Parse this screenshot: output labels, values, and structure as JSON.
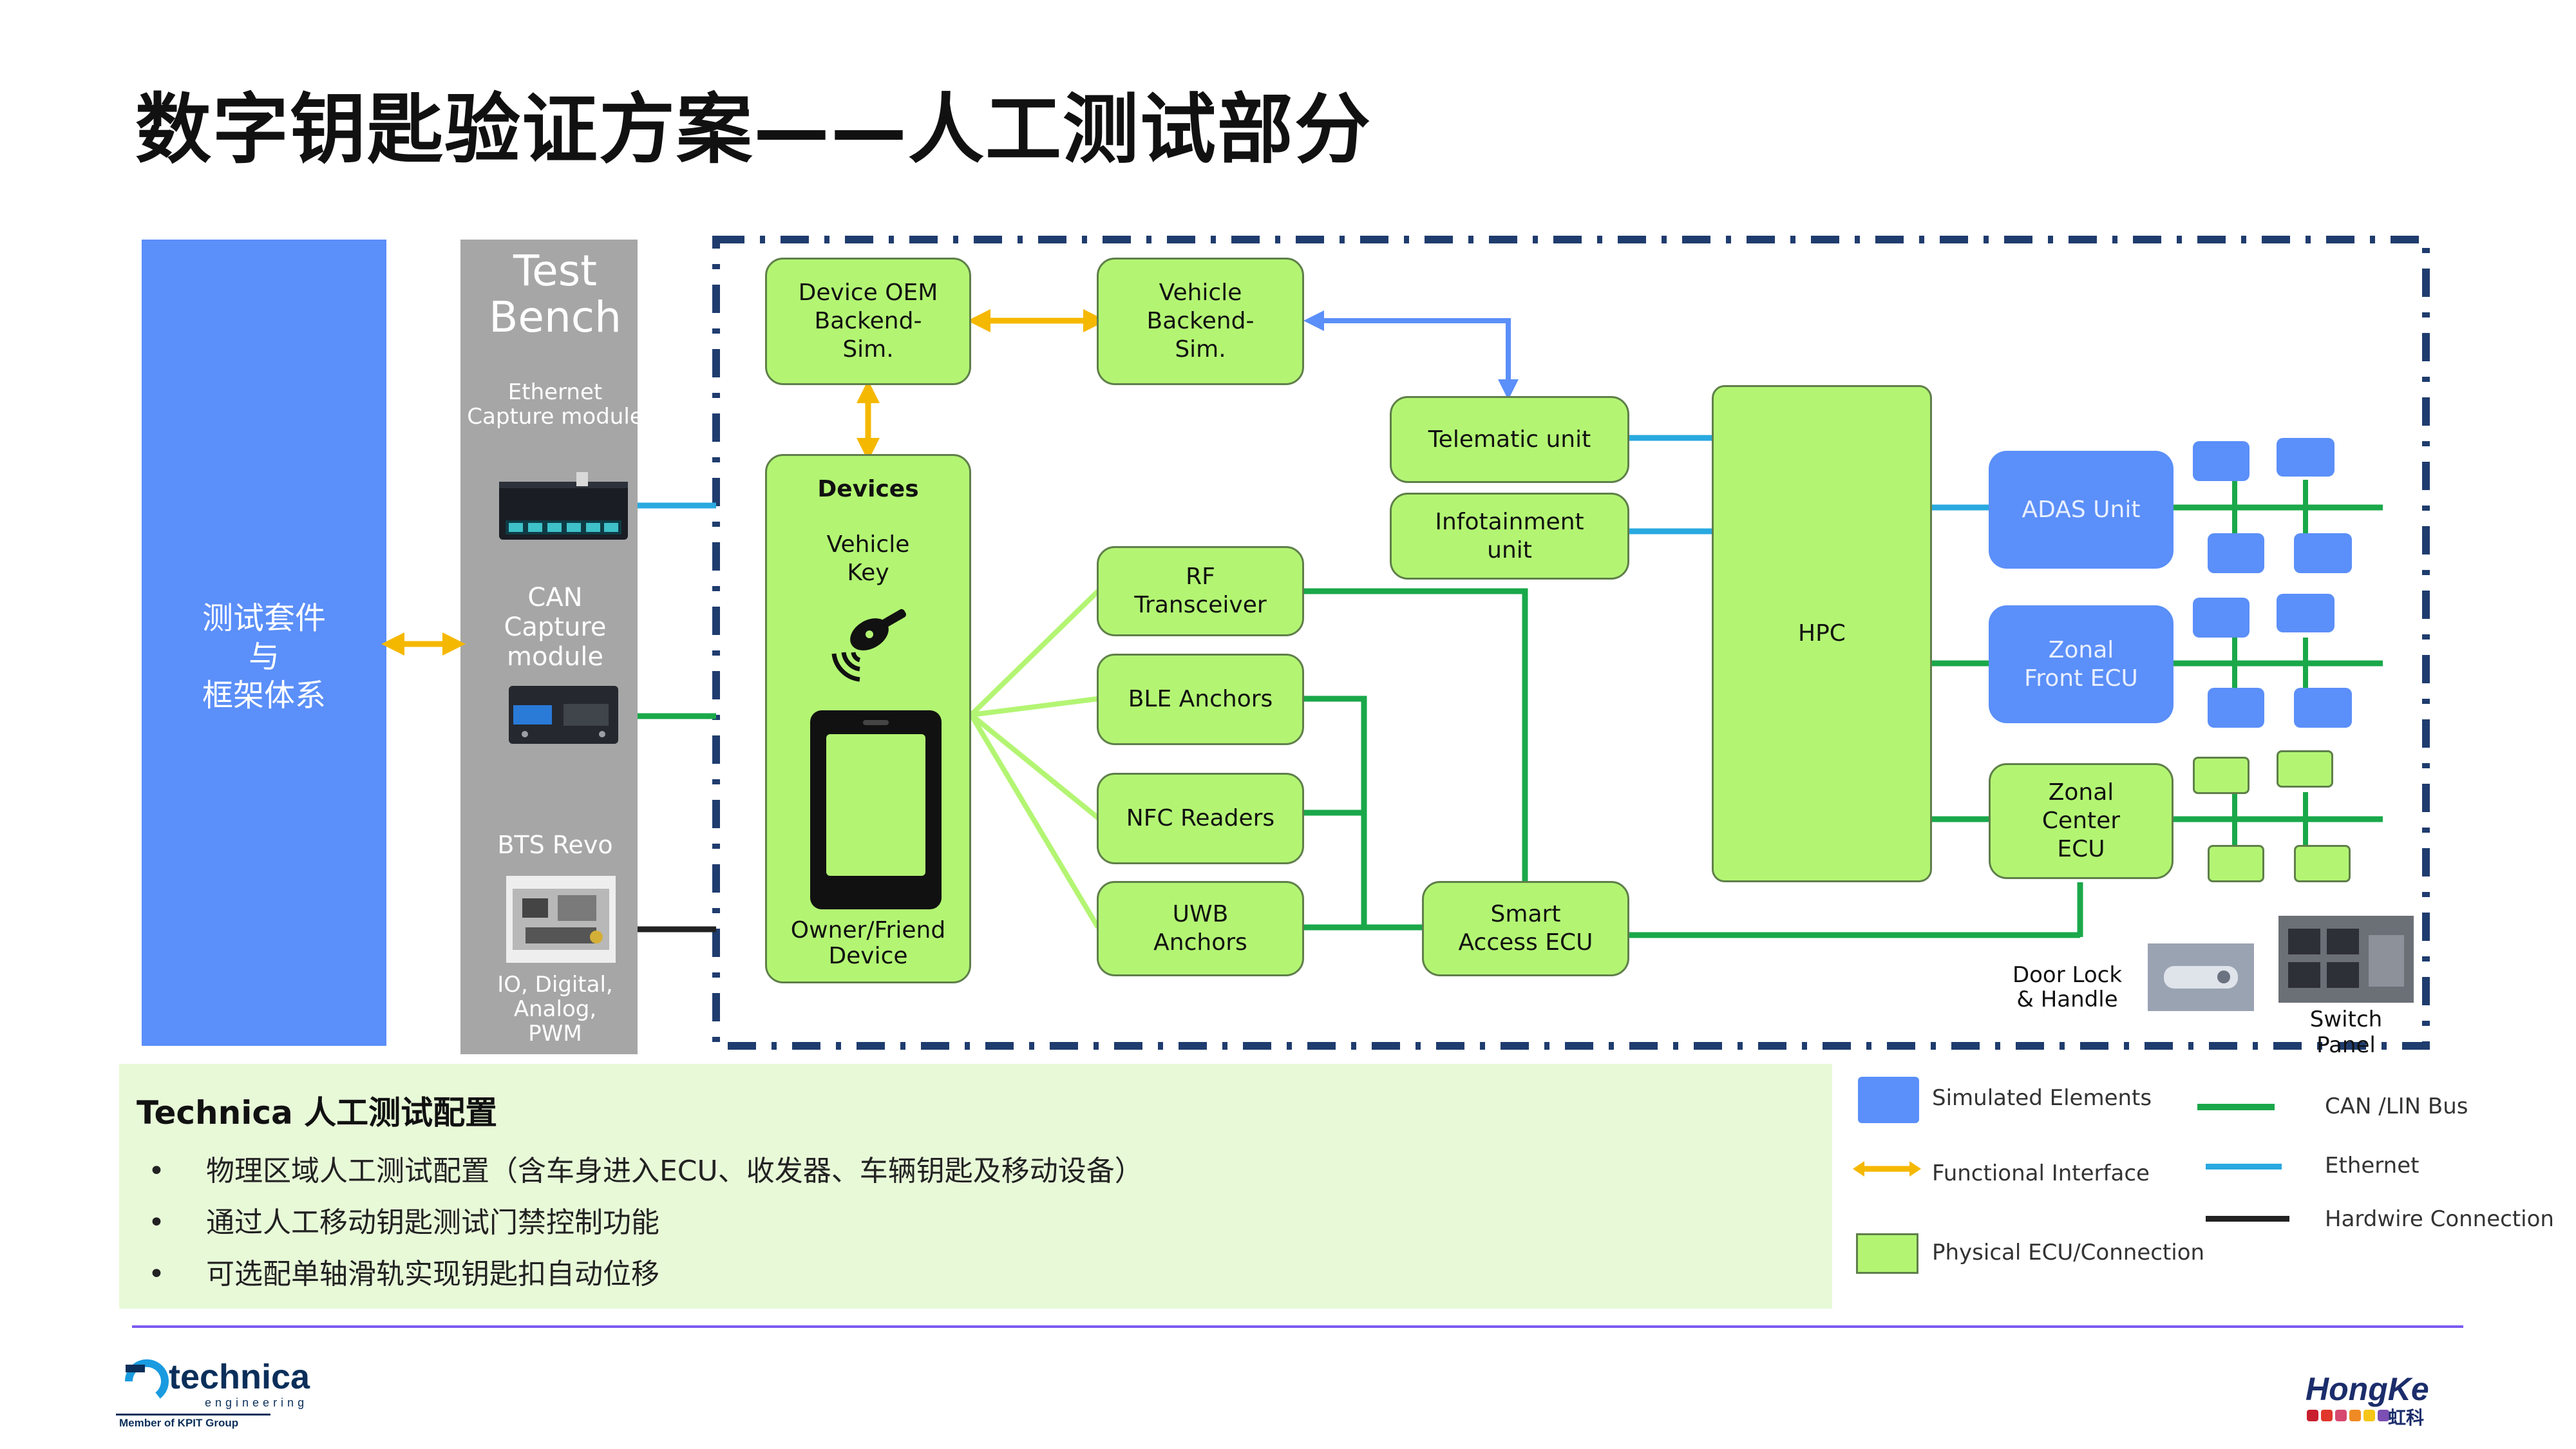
{
  "title": "数字钥匙验证方案——人工测试部分",
  "suite": {
    "line1": "测试套件",
    "line2": "与",
    "line3": "框架体系"
  },
  "test_bench": {
    "title_line1": "Test",
    "title_line2": "Bench",
    "ethernet_module_line1": "Ethernet",
    "ethernet_module_line2": "Capture module",
    "can_module_line1": "CAN",
    "can_module_line2": "Capture",
    "can_module_line3": "module",
    "bts_revo": "BTS Revo",
    "io_line1": "IO, Digital,",
    "io_line2": "Analog,",
    "io_line3": "PWM"
  },
  "diagram": {
    "device_oem_line1": "Device OEM",
    "device_oem_line2": "Backend-",
    "device_oem_line3": "Sim.",
    "vehicle_backend_line1": "Vehicle",
    "vehicle_backend_line2": "Backend-",
    "vehicle_backend_line3": "Sim.",
    "devices_title": "Devices",
    "vehicle_key_line1": "Vehicle",
    "vehicle_key_line2": "Key",
    "owner_device_line1": "Owner/Friend",
    "owner_device_line2": "Device",
    "telematic": "Telematic unit",
    "infotainment_line1": "Infotainment",
    "infotainment_line2": "unit",
    "rf_line1": "RF",
    "rf_line2": "Transceiver",
    "ble": "BLE Anchors",
    "nfc": "NFC Readers",
    "uwb_line1": "UWB",
    "uwb_line2": "Anchors",
    "smart_access_line1": "Smart",
    "smart_access_line2": "Access ECU",
    "hpc": "HPC",
    "adas": "ADAS Unit",
    "zonal_front_line1": "Zonal",
    "zonal_front_line2": "Front ECU",
    "zonal_center_line1": "Zonal",
    "zonal_center_line2": "Center",
    "zonal_center_line3": "ECU",
    "door_lock_line1": "Door Lock",
    "door_lock_line2": "& Handle",
    "switch_panel": "Switch Panel"
  },
  "info": {
    "title": "Technica 人工测试配置",
    "bullets": [
      "物理区域人工测试配置（含车身进入ECU、收发器、车辆钥匙及移动设备）",
      "通过人工移动钥匙测试门禁控制功能",
      "可选配单轴滑轨实现钥匙扣自动位移"
    ],
    "bullet_symbol": "•"
  },
  "legend": {
    "simulated": "Simulated Elements",
    "functional": "Functional Interface",
    "physical": "Physical ECU/Connection",
    "can_lin": "CAN /LIN Bus",
    "ethernet": "Ethernet",
    "hardwire": "Hardwire Connection"
  },
  "footer": {
    "technica_name": "technica",
    "technica_sub": "engineering",
    "technica_member": "Member of KPIT Group",
    "hongke_name": "HongKe",
    "hongke_cn": "虹科"
  },
  "colors": {
    "simulated_blue": "#5b8ff9",
    "physical_green": "#b3f573",
    "can_green": "#1aa84a",
    "ethernet_blue": "#29a9e0",
    "functional_orange": "#f5b800",
    "dash_navy": "#1f3c6e"
  }
}
